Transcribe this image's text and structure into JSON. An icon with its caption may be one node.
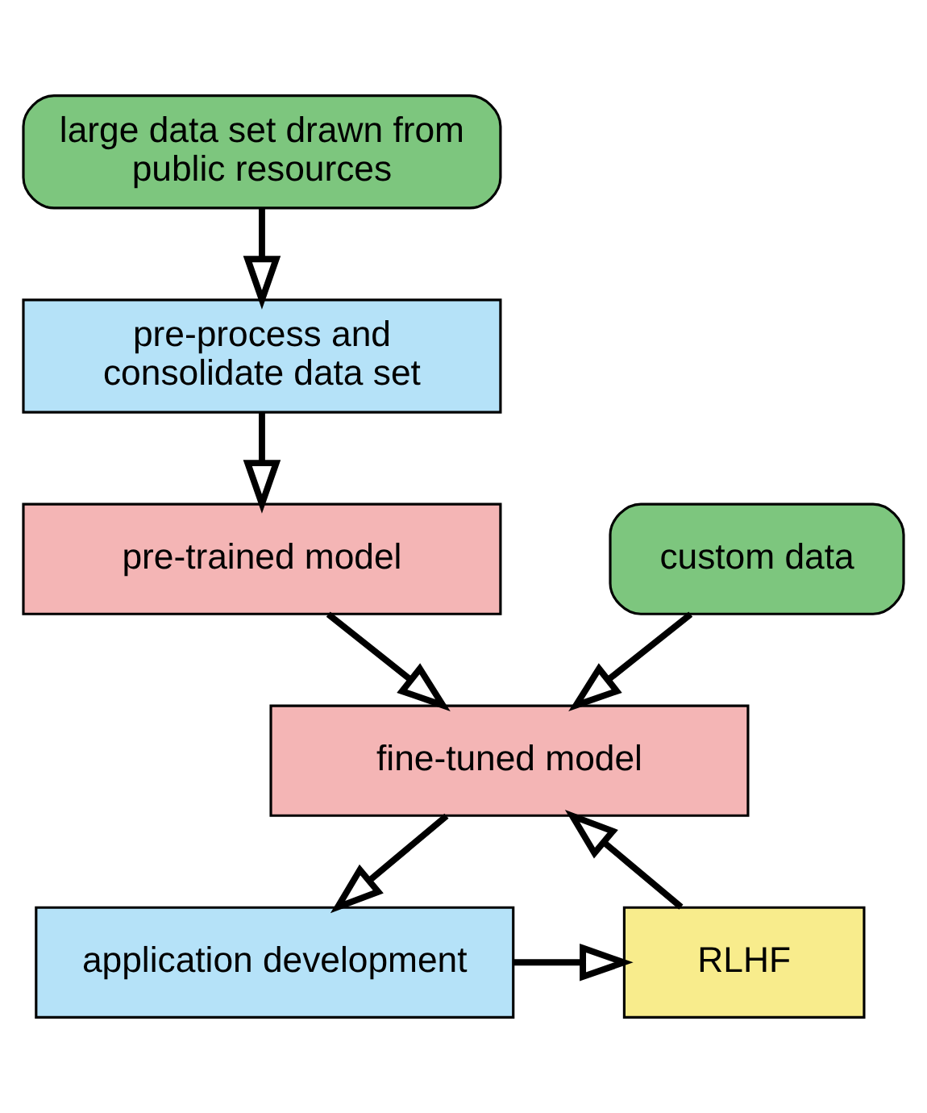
{
  "diagram": {
    "nodes": [
      {
        "text": [
          "large data set drawn from public resources"
        ]
      },
      {
        "text": [
          "pre-process and consolidate data set"
        ]
      },
      {
        "text": [
          "pre-trained model"
        ]
      },
      {
        "text": [
          "custom data"
        ]
      },
      {
        "text": [
          "fine-tuned model"
        ]
      },
      {
        "text": [
          "RLHF"
        ]
      },
      {
        "text": [
          "application development"
        ]
      }
    ],
    "edges": [
      {
        "from": 0,
        "to": 1,
        "arrow": "to"
      },
      {
        "from": 1,
        "to": 2,
        "arrow": "to"
      },
      {
        "from": 2,
        "to": 4,
        "arrow": "to"
      },
      {
        "from": 3,
        "to": 4,
        "arrow": "to"
      },
      {
        "from": 4,
        "to": 6,
        "arrow": "to"
      },
      {
        "from": 6,
        "to": 5,
        "arrow": "to"
      },
      {
        "from": 5,
        "to": 4,
        "arrow": "to"
      }
    ]
  }
}
